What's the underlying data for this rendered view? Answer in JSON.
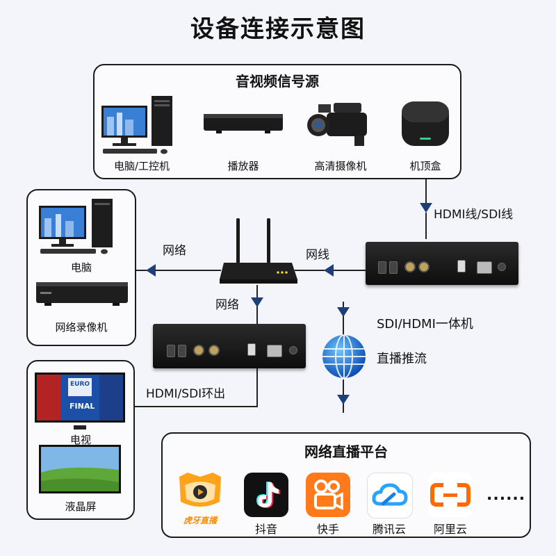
{
  "title": "设备连接示意图",
  "sources": {
    "heading": "音视频信号源",
    "items": [
      "电脑/工控机",
      "播放器",
      "高清摄像机",
      "机顶盒"
    ]
  },
  "receivers": {
    "items": [
      "电脑",
      "网络录像机"
    ]
  },
  "displays": {
    "items": [
      "电视",
      "液晶屏"
    ],
    "tv_screen_text": [
      "EURO",
      "FINAL"
    ]
  },
  "connections": {
    "hdmi_sdi_input": "HDMI线/SDI线",
    "network_cable": "网线",
    "network_left": "网络",
    "network_down": "网络",
    "loopout": "HDMI/SDI环出",
    "encoder_name": "SDI/HDMI一体机",
    "live_push": "直播推流"
  },
  "platforms": {
    "heading": "网络直播平台",
    "items": [
      "抖音",
      "快手",
      "腾讯云",
      "阿里云"
    ],
    "huya_logo_text": "虎牙直播",
    "more": "......"
  },
  "colors": {
    "arrow": "#1c3f7a",
    "douyin": "#111111",
    "kuaishou": "#ff7a1a",
    "tencent_cloud": "#2aa3ff",
    "aliyun": "#ff6a00",
    "huya": "#ffa31a"
  }
}
